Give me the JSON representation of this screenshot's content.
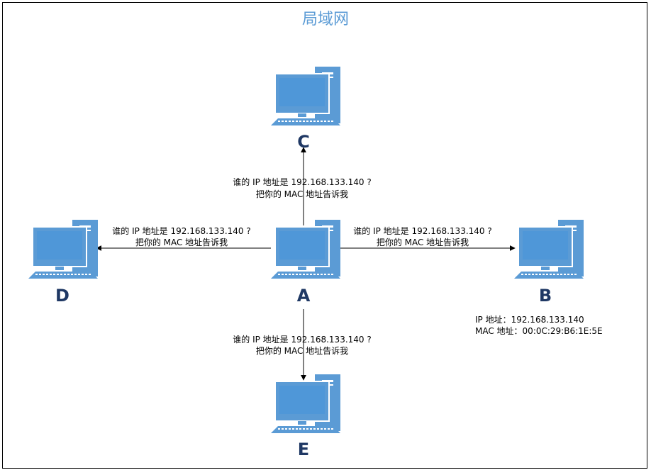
{
  "title": "局域网",
  "nodes": [
    {
      "id": "A",
      "label": "A"
    },
    {
      "id": "B",
      "label": "B"
    },
    {
      "id": "C",
      "label": "C"
    },
    {
      "id": "D",
      "label": "D"
    },
    {
      "id": "E",
      "label": "E"
    }
  ],
  "broadcast": {
    "line1": "谁的 IP 地址是 192.168.133.140 ?",
    "line2": "把你的 MAC 地址告诉我"
  },
  "b_info": {
    "ip_line": "IP 地址：192.168.133.140",
    "mac_line": "MAC 地址：00:0C:29:B6:1E:5E"
  },
  "colors": {
    "title": "#5b9bd5",
    "node_label": "#1f3864",
    "computer": "#5b9bd5",
    "screen": "#4f97d8"
  },
  "icon": "desktop-computer-icon"
}
